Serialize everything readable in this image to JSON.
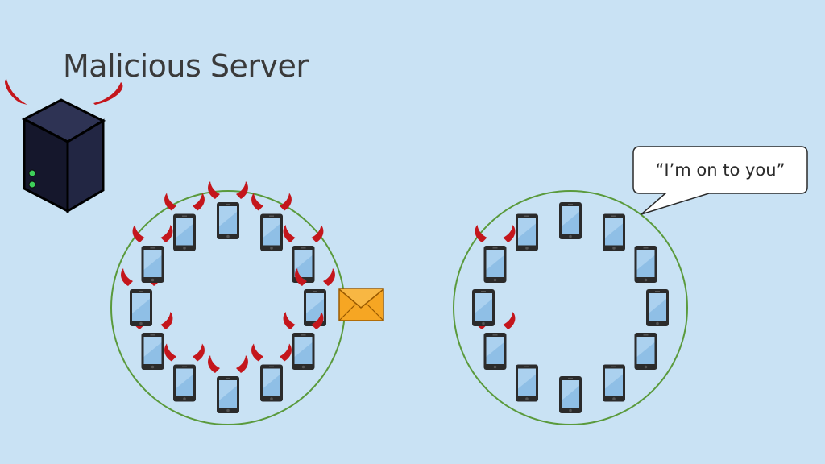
{
  "title": "Malicious Server",
  "speech_bubble": "“I’m on to you”",
  "colors": {
    "background": "#c9e2f4",
    "circle_stroke": "#5a9a3c",
    "horn": "#c4161c",
    "phone_body": "#2b2b2b",
    "phone_screen": "#8fbfe6",
    "envelope": "#f6a623",
    "server_body": "#1c1f3a",
    "server_led": "#3ecf5a"
  },
  "icons": {
    "server": "devil-server-icon",
    "phone": "phone-icon",
    "horns": "devil-horns-icon",
    "message": "envelope-icon"
  },
  "groups": [
    {
      "name": "left-group",
      "phones": 12,
      "malicious_phones": 12
    },
    {
      "name": "right-group",
      "phones": 12,
      "malicious_phones": 2
    }
  ]
}
